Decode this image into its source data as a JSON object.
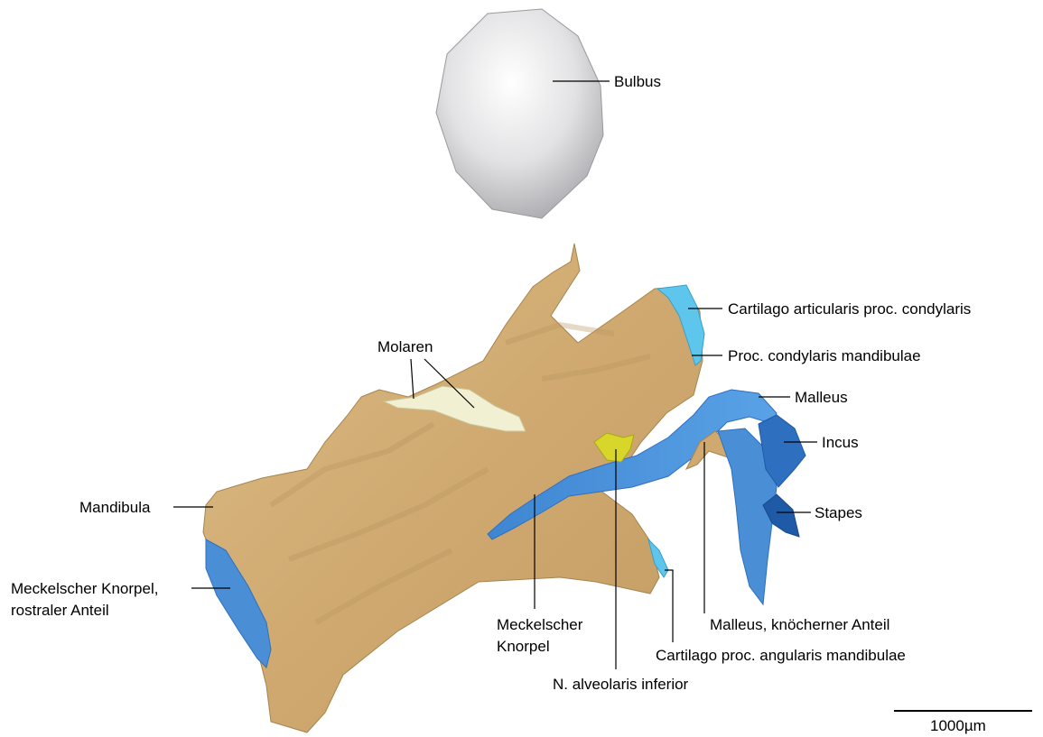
{
  "labels": {
    "bulbus": "Bulbus",
    "cartilago_articularis": "Cartilago articularis proc. condylaris",
    "proc_condylaris": "Proc. condylaris mandibulae",
    "molaren": "Molaren",
    "malleus": "Malleus",
    "incus": "Incus",
    "stapes": "Stapes",
    "mandibula": "Mandibula",
    "meckel_rostral_1": "Meckelscher Knorpel,",
    "meckel_rostral_2": "rostraler Anteil",
    "meckel_1": "Meckelscher",
    "meckel_2": "Knorpel",
    "malleus_knoechern": "Malleus, knöcherner Anteil",
    "cartilago_angularis": "Cartilago proc. angularis mandibulae",
    "n_alveolaris": "N. alveolaris inferior"
  },
  "scale_bar": {
    "label": "1000µm"
  },
  "colors": {
    "bone": "#d2b07a",
    "bone_shade": "#b8955e",
    "bulbus": "#e6e6e8",
    "cartilage_light": "#5ec6ec",
    "cartilage_blue": "#4a8ed6",
    "ossicle_dark": "#2f6fc0",
    "molar": "#f1efcf",
    "nerve": "#d8d62a"
  }
}
